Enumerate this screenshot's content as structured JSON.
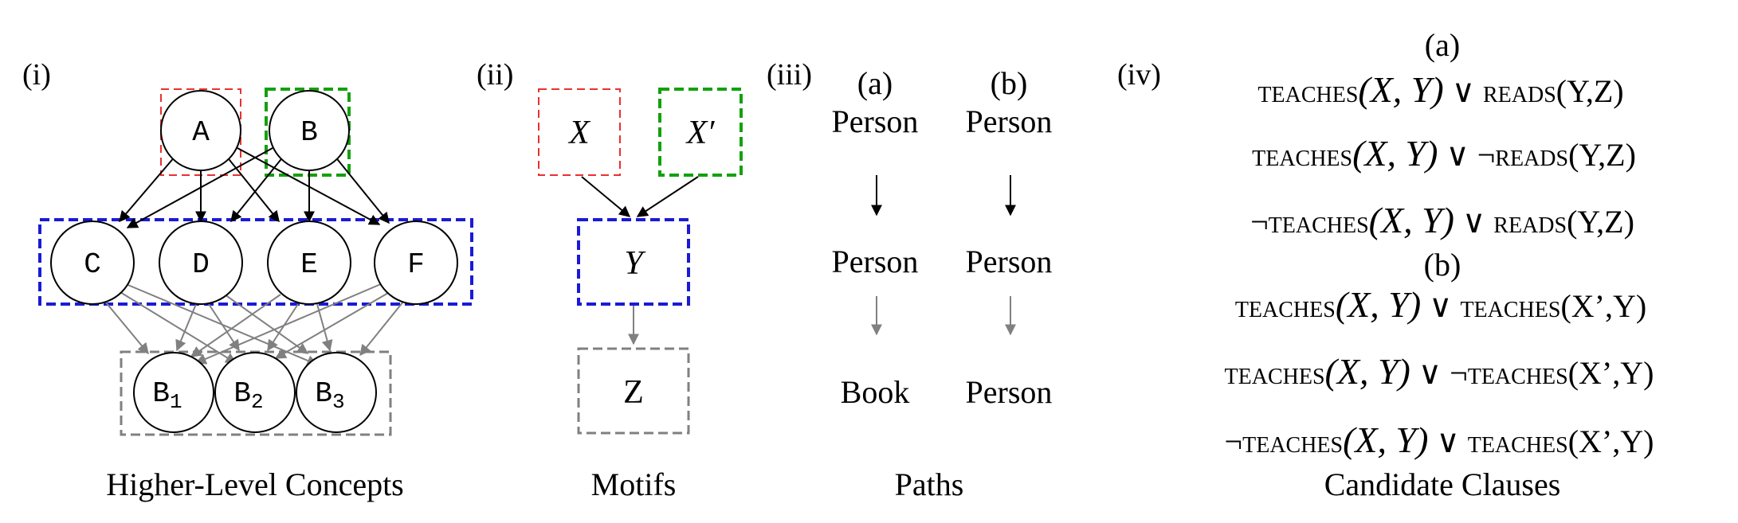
{
  "panel_i": {
    "marker": "(i)",
    "caption": "Higher-Level Concepts",
    "nodes": {
      "a": "A",
      "b": "B",
      "c": "C",
      "d": "D",
      "e": "E",
      "f": "F",
      "b1": "B",
      "b1_sub": "1",
      "b2": "B",
      "b2_sub": "2",
      "b3": "B",
      "b3_sub": "3"
    }
  },
  "panel_ii": {
    "marker": "(ii)",
    "caption": "Motifs",
    "nodes": {
      "x": "X",
      "x_prime": "X′",
      "y": "Y",
      "z": "Z"
    }
  },
  "panel_iii": {
    "marker": "(iii)",
    "caption": "Paths",
    "columns": [
      {
        "label": "(a)",
        "top": "Person",
        "mid": "Person",
        "bottom": "Book"
      },
      {
        "label": "(b)",
        "top": "Person",
        "mid": "Person",
        "bottom": "Person"
      }
    ]
  },
  "panel_iv": {
    "marker": "(iv)",
    "caption": "Candidate Clauses",
    "group_a": "(a)",
    "group_b": "(b)",
    "teaches": "teaches",
    "reads": "reads",
    "neg": "¬",
    "or": "∨",
    "args_xy": "(X, Y)",
    "args_yz": "(Y,Z)",
    "args_xpy": "(X’,Y)"
  },
  "colors": {
    "red": "#e8312f",
    "green": "#13a10e",
    "blue": "#1a1ad6",
    "gray": "#808080",
    "black": "#000000"
  }
}
